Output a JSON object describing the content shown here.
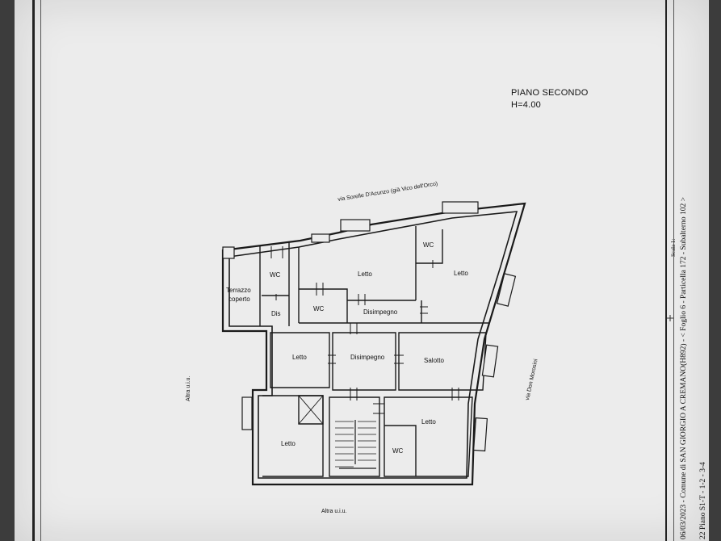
{
  "header": {
    "floor_title": "PIANO SECONDO",
    "height": "H=4.00"
  },
  "streets": {
    "top": "via Sorelle D'Acunzo (già Vico dell'Orco)",
    "right": "via Don Morosini",
    "left": "Altra u.i.u.",
    "bottom": "Altra u.i.u."
  },
  "rooms": {
    "terrazzo_line1": "Terrazzo",
    "terrazzo_line2": "coperto",
    "wc_upper_left": "WC",
    "dis": "Dis",
    "letto_upper": "Letto",
    "wc_upper_right": "WC",
    "letto_upper_right": "Letto",
    "wc_middle": "WC",
    "disimpegno_upper": "Disimpegno",
    "letto_middle_left": "Letto",
    "disimpegno_middle": "Disimpegno",
    "salotto": "Salotto",
    "letto_lower_left": "Letto",
    "letto_lower_right": "Letto",
    "wc_lower": "WC"
  },
  "cadastral": {
    "line1": "06/03/2023 - Comune di SAN GIORGIO A CREMANO(H892) - < Foglio 6 - Particella 172 - Subalterno 102 >",
    "line2": "22 Piano S1-T - 1-2 - 3-4",
    "scale": "Scala 1:"
  }
}
